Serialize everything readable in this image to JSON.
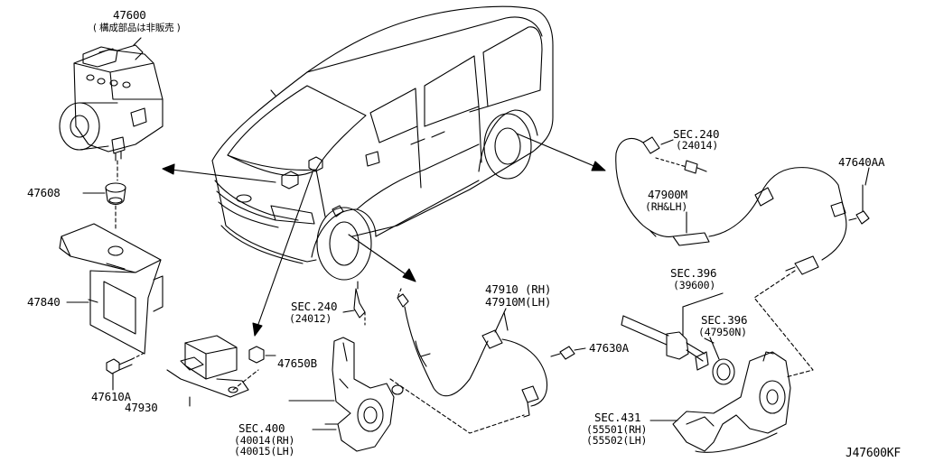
{
  "diagram_id": "J47600KF",
  "callouts": {
    "p47600": "47600",
    "p47600_note": "( 構成部品は非販売 )",
    "p47608": "47608",
    "p47840": "47840",
    "p47610A": "47610A",
    "p47930": "47930",
    "p47650B": "47650B",
    "sec240_top": "SEC.240",
    "sec240_top_sub": "(24014)",
    "p47640AA": "47640AA",
    "p47900M": "47900M",
    "p47900M_sub": "(RH&LH)",
    "sec396_a": "SEC.396",
    "sec396_a_sub": "(39600)",
    "sec396_b": "SEC.396",
    "sec396_b_sub": "(47950N)",
    "p47910": "47910 (RH)",
    "p47910M": "47910M(LH)",
    "p47630A": "47630A",
    "sec240_mid": "SEC.240",
    "sec240_mid_sub": "(24012)",
    "sec400": "SEC.400",
    "sec400_rh": "(40014(RH)",
    "sec400_lh": "(40015(LH)",
    "sec431": "SEC.431",
    "sec431_rh": "(55501(RH)",
    "sec431_lh": "(55502(LH)"
  }
}
